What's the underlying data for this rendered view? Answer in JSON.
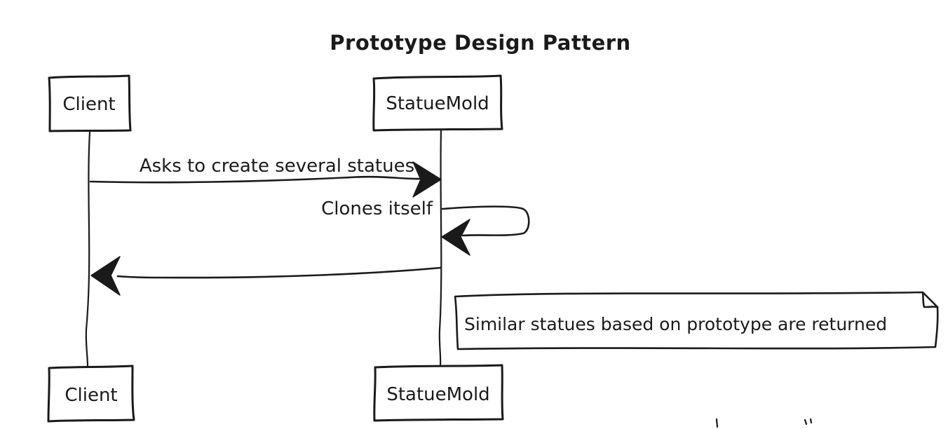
{
  "diagram": {
    "title": "Prototype Design Pattern",
    "actors": {
      "client_top": "Client",
      "statuemold_top": "StatueMold",
      "client_bottom": "Client",
      "statuemold_bottom": "StatueMold"
    },
    "messages": {
      "request": "Asks to create several statues",
      "self_call": "Clones itself",
      "return_reply": ""
    },
    "note": {
      "text": "Similar statues based on prototype are returned"
    },
    "colors": {
      "ink": "#1a1a1a",
      "background": "#ffffff"
    }
  }
}
